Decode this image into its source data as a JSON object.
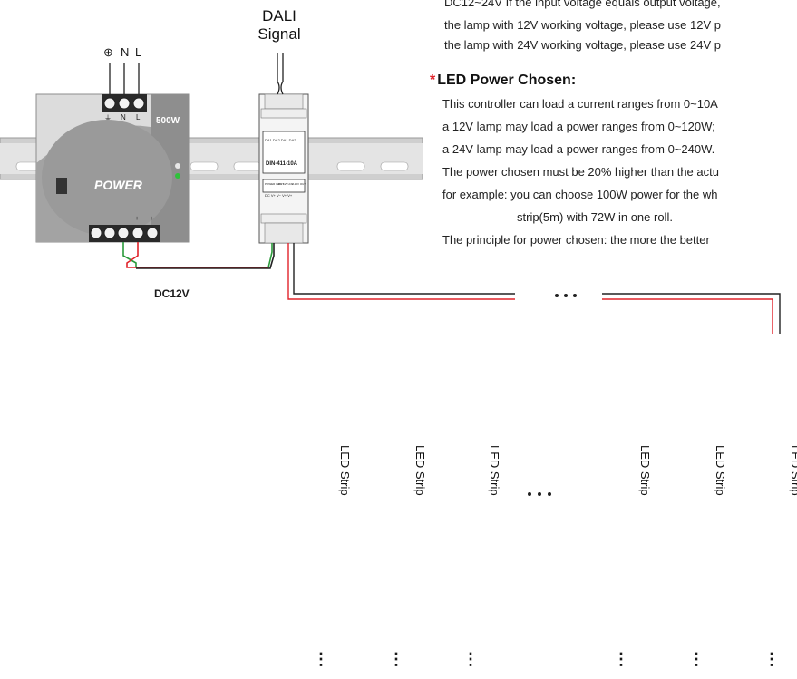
{
  "header_lines": [
    "DC12~24V If the input voltage equals output voltage,",
    "the lamp with 12V working voltage, please use 12V p",
    "the lamp with 24V working voltage, please use 24V p"
  ],
  "dali_signal": {
    "line1": "DALI",
    "line2": "Signal"
  },
  "ac_terminals": {
    "earth": "⊕",
    "n": "N",
    "l": "L"
  },
  "power_supply": {
    "label": "POWER",
    "wattage": "500W",
    "input_marks": [
      "⏚",
      "N",
      "L"
    ],
    "output_marks": [
      "−",
      "−",
      "−",
      "+",
      "+"
    ]
  },
  "controller": {
    "model": "DIN-411-10A",
    "top_marks": "DA1 DA2 DA1 DA2",
    "bottom_marks": "DC V+ V− V+ V+",
    "box_labels": [
      "POWER INPUT",
      "DC 12V-24V",
      "0-10V OUT"
    ]
  },
  "dc_label": "DC12V",
  "section_title": "LED Power Chosen:",
  "section_star": "*",
  "paragraph": [
    "This controller can load a current ranges from 0~10A",
    "a 12V lamp may load a power ranges from 0~120W;",
    "a 24V lamp may load a power ranges from 0~240W.",
    "The power chosen must be 20% higher than the actu",
    "for example: you can choose 100W power for the wh",
    "strip(5m) with 72W in one roll.",
    "The principle for power chosen: the more the better"
  ],
  "strip_label": "LED Strip",
  "ellipsis": "• • •",
  "vertical_ellipsis": "⋮",
  "colors": {
    "red_wire": "#e0232a",
    "black_wire": "#222222",
    "green_wire": "#2a9a3a",
    "rail": "#bfbfbf",
    "psu_body": "#d9d9d9",
    "psu_dark": "#8c8c8c",
    "led_yellow": "#f3ef6a"
  }
}
